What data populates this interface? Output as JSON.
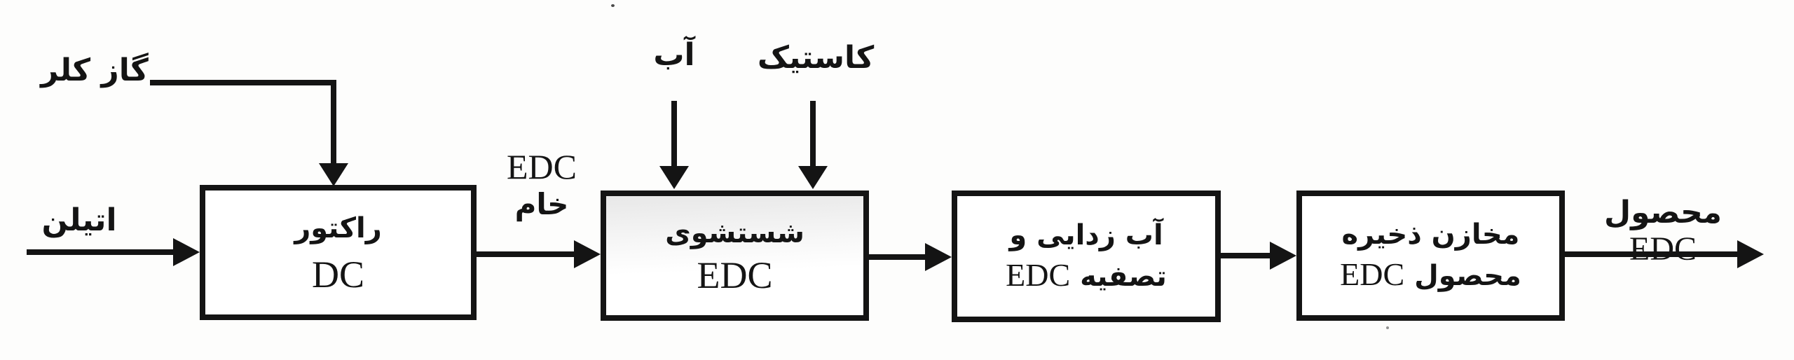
{
  "labels": {
    "chlorine": "گاز کلر",
    "ethylene": "اتیلن",
    "water": "آب",
    "caustic": "کاستیک",
    "raw_edc_top": "EDC",
    "raw_edc_bottom": "خام",
    "product_fa": "محصول",
    "product_latin": "EDC"
  },
  "boxes": {
    "reactor": {
      "fa": "راکتور",
      "latin": "DC"
    },
    "washing": {
      "fa": "شستشوی",
      "latin": "EDC"
    },
    "purification": {
      "fa_line1": "آب زدایی و",
      "fa_line2": "تصفیه",
      "latin": "EDC"
    },
    "storage": {
      "fa_line1": "مخازن ذخیره",
      "fa_line2": "محصول",
      "latin": "EDC"
    }
  },
  "colors": {
    "ink": "#141414",
    "paper": "#fdfdfc"
  }
}
